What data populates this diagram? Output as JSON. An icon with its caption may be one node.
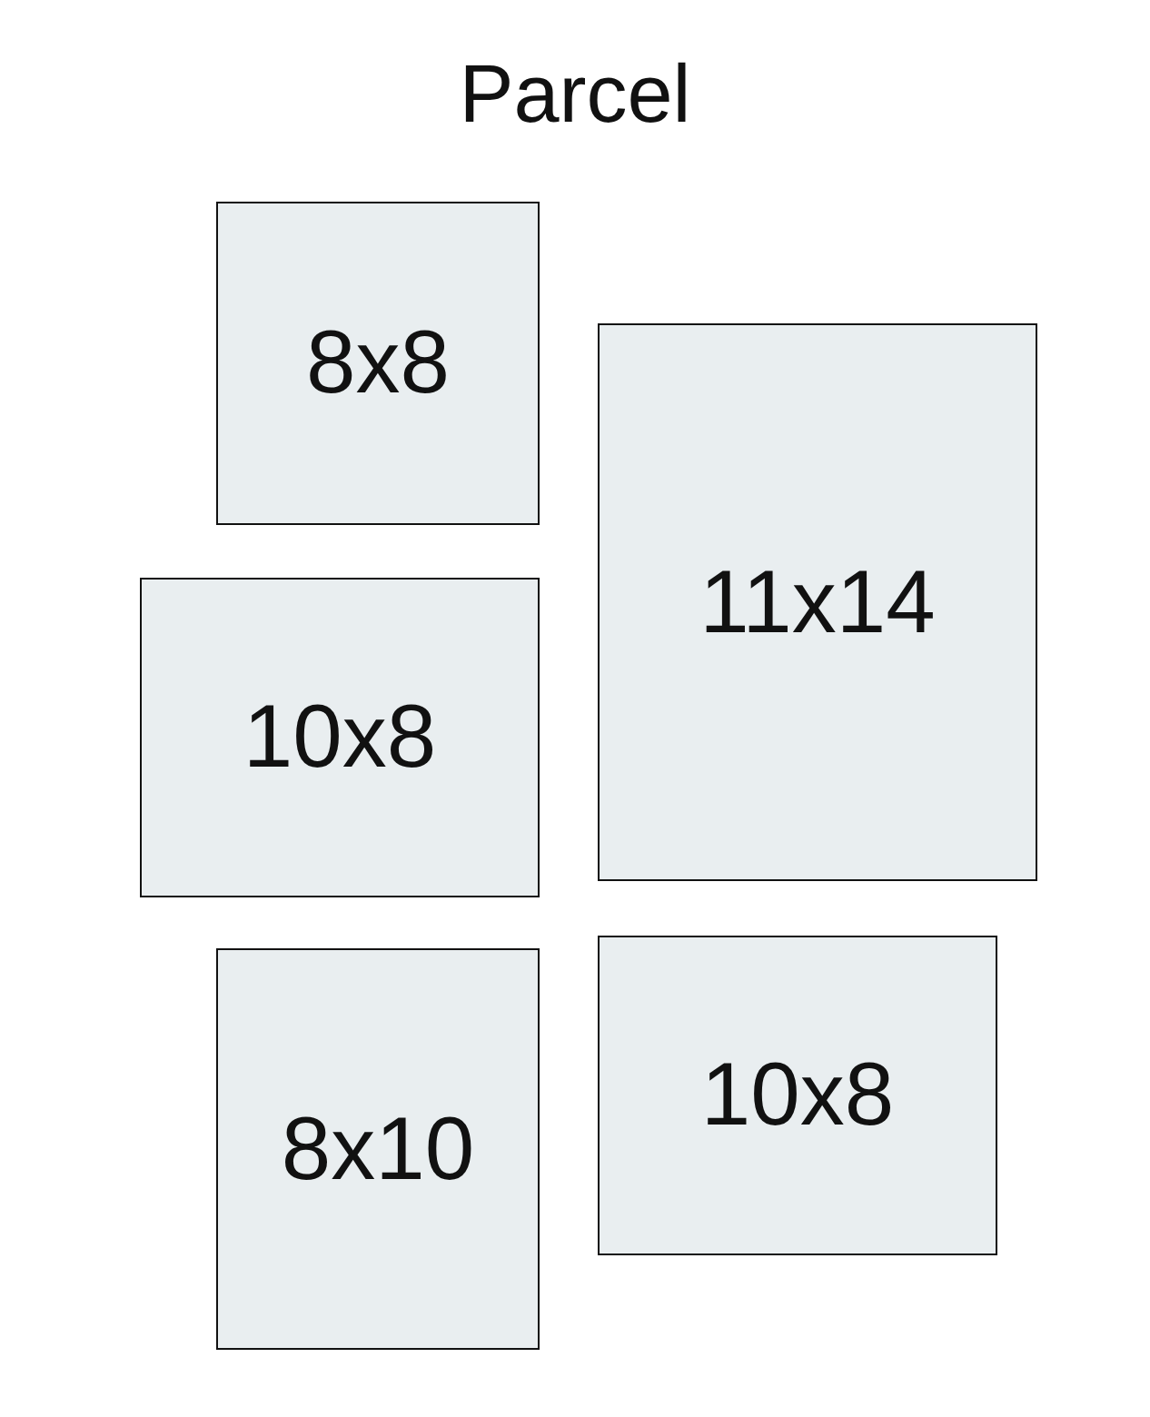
{
  "diagram": {
    "title": "Parcel",
    "nodes": [
      {
        "text": [
          "8x8"
        ]
      },
      {
        "text": [
          "11x14"
        ]
      },
      {
        "text": [
          "10x8"
        ]
      },
      {
        "text": [
          "10x8"
        ]
      },
      {
        "text": [
          "8x10"
        ]
      }
    ]
  }
}
